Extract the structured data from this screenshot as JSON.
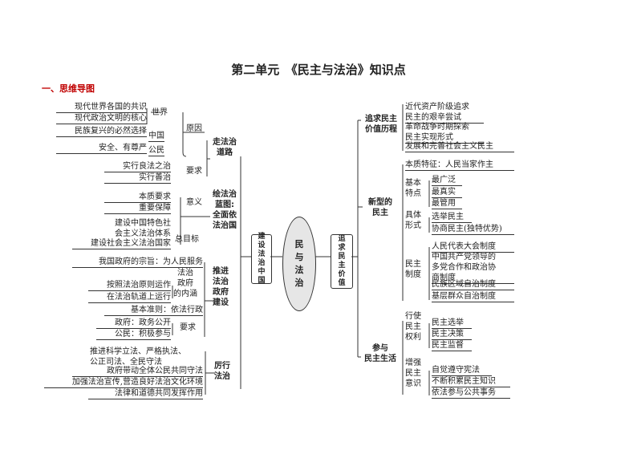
{
  "title": "第二单元　《民主与法治》知识点",
  "subtitle": "一、思维导图",
  "center": {
    "core": "民\n与\n法\n治",
    "left": "建\n设\n法\n治\n中\n国",
    "right": "追\n求\n民\n主\n价\n值"
  },
  "left": {
    "l1": "现代世界各国的共识",
    "l2": "现代政治文明的核心",
    "shijie": "世界",
    "l3": "民族复兴的必然选择",
    "zhongguo": "中国",
    "l4": "安全、有尊严",
    "gongmin": "公民",
    "yuanyin": "原因",
    "l5": "实行良法之治",
    "l6": "实行善治",
    "yaoqiu1": "要求",
    "zoufazhi": "走法治\n道路",
    "l7": "本质要求",
    "l8": "重要保障",
    "yiyi": "意义",
    "l9": "建设中国特色社\n会主义法治体系",
    "l10": "建设社会主义法治国家",
    "zongmubiao": "总目标",
    "lantu": "绘法治\n蓝图:\n全面依\n法治国",
    "l11": "我国政府的宗旨：为人民服务",
    "neihan": "法治\n政府\n的内涵",
    "l12": "按照法治原则运作",
    "l13": "在法治轨道上运行",
    "l14": "基本准则：依法行政",
    "l15": "政府：政务公开",
    "l16": "公民：积极参与",
    "yaoqiu2": "要求",
    "tuijin": "推进\n法治\n政府\n建设",
    "l17": "推进科学立法、严格执法、\n公正司法、全民守法",
    "l18": "政府带动全体公民共同守法",
    "l19": "加强法治宣传,营造良好法治文化环境",
    "l20": "法律和道德共同发挥作用",
    "lixing": "厉行\n法治"
  },
  "right": {
    "licheng": "追求民主\n价值历程",
    "r1": "近代资产阶级追求\n民主的艰辛尝试",
    "r2": "革命战争时期探索\n民主实现形式",
    "r3": "发展和完善社会主义民主",
    "xinxing": "新型的\n民主",
    "r4": "本质特征：人民当家作主",
    "tedian": "基本\n特点",
    "r5": "最广泛",
    "r6": "最真实",
    "r7": "最管用",
    "xingshi": "具体\n形式",
    "r8": "选举民主",
    "r9": "协商民主(独特优势)",
    "zhidu": "民主\n制度",
    "r10": "人民代表大会制度",
    "r11": "中国共产党领导的\n多党合作和政治协\n商制度",
    "r12": "民族区域自治制度",
    "r13": "基层群众自治制度",
    "canyu": "参与\n民主生活",
    "quanli": "行使\n民主\n权利",
    "r14": "民主选举",
    "r15": "民主决策",
    "r16": "民主监督",
    "yishi": "增强\n民主\n意识",
    "r17": "自觉遵守宪法",
    "r18": "不断积累民主知识",
    "r19": "依法参与公共事务"
  }
}
